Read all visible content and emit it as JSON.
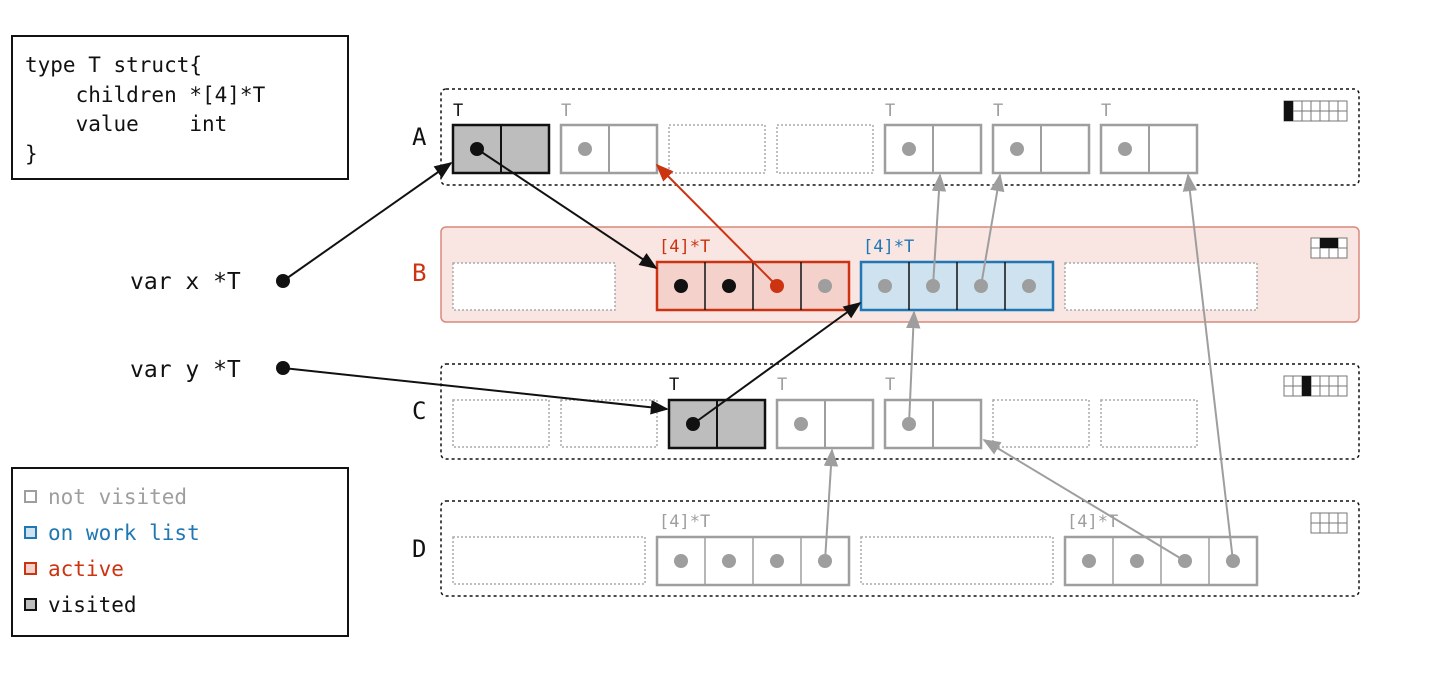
{
  "code": {
    "lines": [
      "type T struct{",
      "    children *[4]*T",
      "    value    int",
      "}"
    ]
  },
  "legend": {
    "items": [
      {
        "key": "not-visited",
        "label": "not visited",
        "color": "#9e9e9e",
        "fill": "#ffffff"
      },
      {
        "key": "on-work-list",
        "label": "on work list",
        "color": "#1f77b4",
        "fill": "#cfe2ef"
      },
      {
        "key": "active",
        "label": "active",
        "color": "#cc3311",
        "fill": "#f4d2cb"
      },
      {
        "key": "visited",
        "label": "visited",
        "color": "#111111",
        "fill": "#bdbdbd"
      }
    ]
  },
  "variables": {
    "x": "var x *T",
    "y": "var y *T"
  },
  "spans": {
    "A": {
      "label": "A",
      "type_labels": [
        "T",
        "T",
        "T",
        "T",
        "T"
      ]
    },
    "B": {
      "label": "B",
      "type_labels": [
        "[4]*T",
        "[4]*T"
      ]
    },
    "C": {
      "label": "C",
      "type_labels": [
        "T",
        "T",
        "T"
      ]
    },
    "D": {
      "label": "D",
      "type_labels": [
        "[4]*T",
        "[4]*T"
      ]
    }
  },
  "colors": {
    "gray": "#9e9e9e",
    "black": "#111111",
    "red": "#cc3311",
    "blue": "#1f77b4",
    "span_b_fill": "#f9e5e2",
    "span_b_border": "#d98a7c"
  }
}
